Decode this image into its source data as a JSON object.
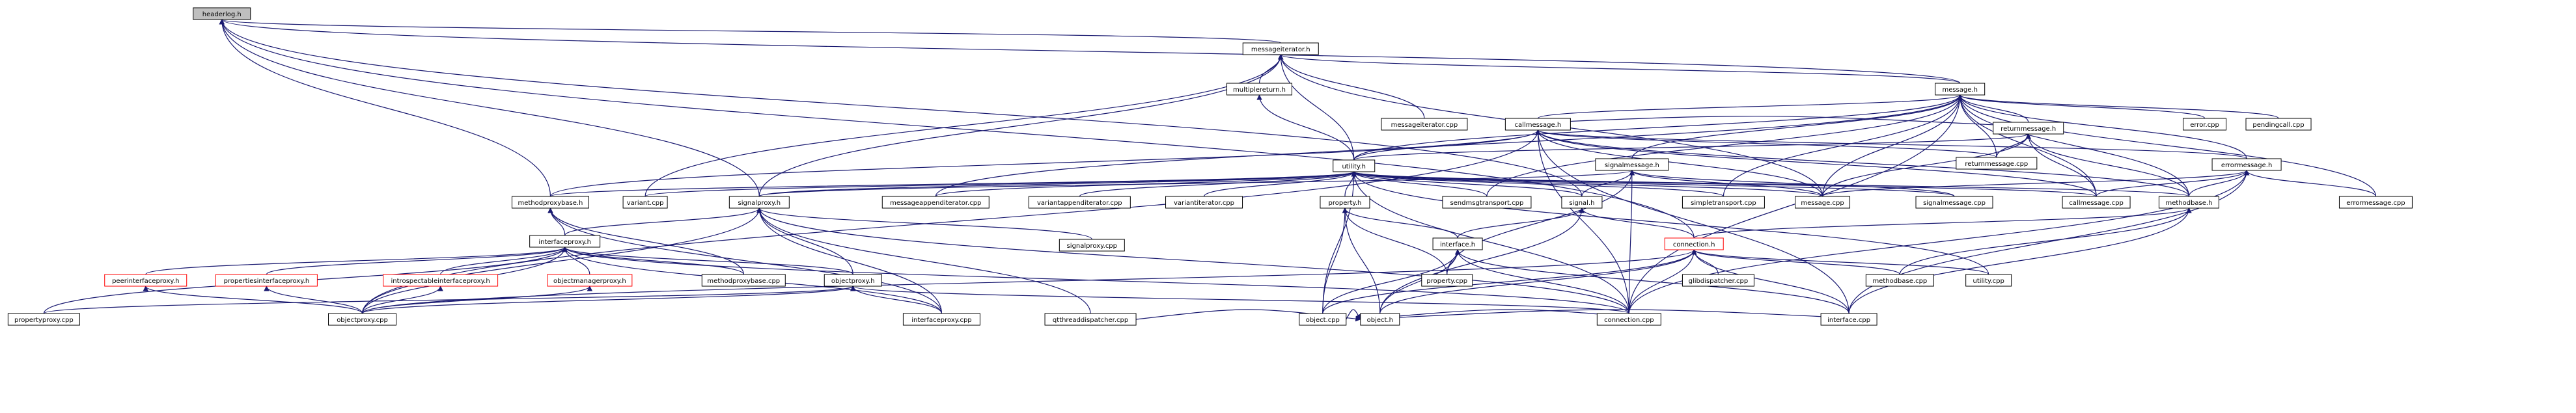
{
  "graph": {
    "edge_color": "#191970",
    "root_fill": "#bfbfbf",
    "missing_border": "#ff0000",
    "nodes": [
      {
        "id": "headerlog_h",
        "label": "headerlog.h",
        "root": true
      },
      {
        "id": "messageiterator_h",
        "label": "messageiterator.h"
      },
      {
        "id": "multiplereturn_h",
        "label": "multiplereturn.h"
      },
      {
        "id": "message_h",
        "label": "message.h"
      },
      {
        "id": "messageiterator_cpp",
        "label": "messageiterator.cpp"
      },
      {
        "id": "error_cpp",
        "label": "error.cpp"
      },
      {
        "id": "pendingcall_cpp",
        "label": "pendingcall.cpp"
      },
      {
        "id": "callmessage_h",
        "label": "callmessage.h"
      },
      {
        "id": "returnmessage_h",
        "label": "returnmessage.h"
      },
      {
        "id": "returnmessage_cpp",
        "label": "returnmessage.cpp"
      },
      {
        "id": "utility_h",
        "label": "utility.h"
      },
      {
        "id": "signalmessage_h",
        "label": "signalmessage.h"
      },
      {
        "id": "errormessage_h",
        "label": "errormessage.h"
      },
      {
        "id": "methodproxybase_h",
        "label": "methodproxybase.h"
      },
      {
        "id": "variant_cpp",
        "label": "variant.cpp"
      },
      {
        "id": "signalproxy_h",
        "label": "signalproxy.h"
      },
      {
        "id": "messageappenditerator_cpp",
        "label": "messageappenditerator.cpp"
      },
      {
        "id": "variantappenditerator_cpp",
        "label": "variantappenditerator.cpp"
      },
      {
        "id": "variantiterator_cpp",
        "label": "variantiterator.cpp"
      },
      {
        "id": "property_h",
        "label": "property.h"
      },
      {
        "id": "sendmsgtransport_cpp",
        "label": "sendmsgtransport.cpp"
      },
      {
        "id": "signal_h",
        "label": "signal.h"
      },
      {
        "id": "simpletransport_cpp",
        "label": "simpletransport.cpp"
      },
      {
        "id": "message_cpp",
        "label": "message.cpp"
      },
      {
        "id": "signalmessage_cpp",
        "label": "signalmessage.cpp"
      },
      {
        "id": "callmessage_cpp",
        "label": "callmessage.cpp"
      },
      {
        "id": "methodbase_h",
        "label": "methodbase.h"
      },
      {
        "id": "errormessage_cpp",
        "label": "errormessage.cpp"
      },
      {
        "id": "interfaceproxy_h",
        "label": "interfaceproxy.h"
      },
      {
        "id": "signalproxy_cpp",
        "label": "signalproxy.cpp"
      },
      {
        "id": "interface_h",
        "label": "interface.h"
      },
      {
        "id": "connection_h",
        "label": "connection.h",
        "missing": true
      },
      {
        "id": "peerinterfaceproxy_h",
        "label": "peerinterfaceproxy.h",
        "missing": true
      },
      {
        "id": "propertiesinterfaceproxy_h",
        "label": "propertiesinterfaceproxy.h",
        "missing": true
      },
      {
        "id": "introspectableinterfaceproxy_h",
        "label": "introspectableinterfaceproxy.h",
        "missing": true
      },
      {
        "id": "objectmanagerproxy_h",
        "label": "objectmanagerproxy.h",
        "missing": true
      },
      {
        "id": "methodproxybase_cpp",
        "label": "methodproxybase.cpp"
      },
      {
        "id": "objectproxy_h",
        "label": "objectproxy.h"
      },
      {
        "id": "object_h",
        "label": "object.h"
      },
      {
        "id": "property_cpp",
        "label": "property.cpp"
      },
      {
        "id": "glibdispatcher_cpp",
        "label": "glibdispatcher.cpp"
      },
      {
        "id": "methodbase_cpp",
        "label": "methodbase.cpp"
      },
      {
        "id": "utility_cpp",
        "label": "utility.cpp"
      },
      {
        "id": "propertyproxy_cpp",
        "label": "propertyproxy.cpp"
      },
      {
        "id": "objectproxy_cpp",
        "label": "objectproxy.cpp"
      },
      {
        "id": "interfaceproxy_cpp",
        "label": "interfaceproxy.cpp"
      },
      {
        "id": "qtthreaddispatcher_cpp",
        "label": "qtthreaddispatcher.cpp"
      },
      {
        "id": "object_cpp",
        "label": "object.cpp"
      },
      {
        "id": "connection_cpp",
        "label": "connection.cpp"
      },
      {
        "id": "interface_cpp",
        "label": "interface.cpp"
      }
    ],
    "edges": [
      [
        "messageiterator_h",
        "headerlog_h"
      ],
      [
        "message_h",
        "headerlog_h"
      ],
      [
        "methodproxybase_h",
        "headerlog_h"
      ],
      [
        "signalproxy_h",
        "headerlog_h"
      ],
      [
        "signal_h",
        "headerlog_h"
      ],
      [
        "connection_h",
        "headerlog_h"
      ],
      [
        "multiplereturn_h",
        "messageiterator_h"
      ],
      [
        "message_h",
        "messageiterator_h"
      ],
      [
        "messageiterator_cpp",
        "messageiterator_h"
      ],
      [
        "utility_h",
        "messageiterator_h"
      ],
      [
        "variant_cpp",
        "messageiterator_h"
      ],
      [
        "signalproxy_h",
        "messageiterator_h"
      ],
      [
        "message_cpp",
        "messageiterator_h"
      ],
      [
        "utility_h",
        "multiplereturn_h"
      ],
      [
        "error_cpp",
        "message_h"
      ],
      [
        "pendingcall_cpp",
        "message_h"
      ],
      [
        "callmessage_h",
        "message_h"
      ],
      [
        "returnmessage_h",
        "message_h"
      ],
      [
        "returnmessage_cpp",
        "message_h"
      ],
      [
        "utility_h",
        "message_h"
      ],
      [
        "signalmessage_h",
        "message_h"
      ],
      [
        "errormessage_h",
        "message_h"
      ],
      [
        "messageappenditerator_cpp",
        "message_h"
      ],
      [
        "sendmsgtransport_cpp",
        "message_h"
      ],
      [
        "simpletransport_cpp",
        "message_h"
      ],
      [
        "message_cpp",
        "message_h"
      ],
      [
        "callmessage_cpp",
        "message_h"
      ],
      [
        "errormessage_cpp",
        "message_h"
      ],
      [
        "methodbase_h",
        "message_h"
      ],
      [
        "connection_cpp",
        "message_h"
      ],
      [
        "methodproxybase_h",
        "callmessage_h"
      ],
      [
        "utility_h",
        "callmessage_h"
      ],
      [
        "message_cpp",
        "callmessage_h"
      ],
      [
        "callmessage_cpp",
        "callmessage_h"
      ],
      [
        "methodbase_h",
        "callmessage_h"
      ],
      [
        "errormessage_h",
        "callmessage_h"
      ],
      [
        "returnmessage_h",
        "callmessage_h"
      ],
      [
        "returnmessage_cpp",
        "callmessage_h"
      ],
      [
        "connection_cpp",
        "callmessage_h"
      ],
      [
        "interface_cpp",
        "callmessage_h"
      ],
      [
        "objectproxy_cpp",
        "callmessage_h"
      ],
      [
        "returnmessage_cpp",
        "returnmessage_h"
      ],
      [
        "callmessage_cpp",
        "returnmessage_h"
      ],
      [
        "message_cpp",
        "returnmessage_h"
      ],
      [
        "methodbase_h",
        "returnmessage_h"
      ],
      [
        "utility_h",
        "returnmessage_h"
      ],
      [
        "methodproxybase_h",
        "utility_h"
      ],
      [
        "variant_cpp",
        "utility_h"
      ],
      [
        "signalproxy_h",
        "utility_h"
      ],
      [
        "messageappenditerator_cpp",
        "utility_h"
      ],
      [
        "variantappenditerator_cpp",
        "utility_h"
      ],
      [
        "variantiterator_cpp",
        "utility_h"
      ],
      [
        "property_h",
        "utility_h"
      ],
      [
        "sendmsgtransport_cpp",
        "utility_h"
      ],
      [
        "signal_h",
        "utility_h"
      ],
      [
        "simpletransport_cpp",
        "utility_h"
      ],
      [
        "message_cpp",
        "utility_h"
      ],
      [
        "signalmessage_cpp",
        "utility_h"
      ],
      [
        "callmessage_cpp",
        "utility_h"
      ],
      [
        "methodbase_h",
        "utility_h"
      ],
      [
        "object_cpp",
        "utility_h"
      ],
      [
        "connection_cpp",
        "utility_h"
      ],
      [
        "utility_cpp",
        "utility_h"
      ],
      [
        "signalproxy_h",
        "signalmessage_h"
      ],
      [
        "signal_h",
        "signalmessage_h"
      ],
      [
        "signalmessage_cpp",
        "signalmessage_h"
      ],
      [
        "message_cpp",
        "signalmessage_h"
      ],
      [
        "property_cpp",
        "signalmessage_h"
      ],
      [
        "connection_cpp",
        "signalmessage_h"
      ],
      [
        "errormessage_cpp",
        "errormessage_h"
      ],
      [
        "callmessage_cpp",
        "errormessage_h"
      ],
      [
        "methodbase_h",
        "errormessage_h"
      ],
      [
        "message_cpp",
        "errormessage_h"
      ],
      [
        "connection_cpp",
        "errormessage_h"
      ],
      [
        "interface_cpp",
        "errormessage_h"
      ],
      [
        "interfaceproxy_h",
        "methodproxybase_h"
      ],
      [
        "methodproxybase_cpp",
        "methodproxybase_h"
      ],
      [
        "interfaceproxy_cpp",
        "methodproxybase_h"
      ],
      [
        "interfaceproxy_h",
        "signalproxy_h"
      ],
      [
        "signalproxy_cpp",
        "signalproxy_h"
      ],
      [
        "objectproxy_h",
        "signalproxy_h"
      ],
      [
        "interfaceproxy_cpp",
        "signalproxy_h"
      ],
      [
        "objectproxy_cpp",
        "signalproxy_h"
      ],
      [
        "connection_cpp",
        "signalproxy_h"
      ],
      [
        "qtthreaddispatcher_cpp",
        "signalproxy_h"
      ],
      [
        "interface_h",
        "property_h"
      ],
      [
        "object_h",
        "property_h"
      ],
      [
        "property_cpp",
        "property_h"
      ],
      [
        "object_cpp",
        "property_h"
      ],
      [
        "interface_h",
        "signal_h"
      ],
      [
        "object_h",
        "signal_h"
      ],
      [
        "connection_h",
        "signal_h"
      ],
      [
        "interface_cpp",
        "methodbase_h"
      ],
      [
        "methodbase_cpp",
        "methodbase_h"
      ],
      [
        "connection_h",
        "methodbase_h"
      ],
      [
        "peerinterfaceproxy_h",
        "interfaceproxy_h"
      ],
      [
        "propertiesinterfaceproxy_h",
        "interfaceproxy_h"
      ],
      [
        "introspectableinterfaceproxy_h",
        "interfaceproxy_h"
      ],
      [
        "objectmanagerproxy_h",
        "interfaceproxy_h"
      ],
      [
        "methodproxybase_cpp",
        "interfaceproxy_h"
      ],
      [
        "objectproxy_h",
        "interfaceproxy_h"
      ],
      [
        "interfaceproxy_cpp",
        "interfaceproxy_h"
      ],
      [
        "objectproxy_cpp",
        "interfaceproxy_h"
      ],
      [
        "propertyproxy_cpp",
        "interfaceproxy_h"
      ],
      [
        "connection_cpp",
        "interfaceproxy_h"
      ],
      [
        "object_h",
        "interface_h"
      ],
      [
        "property_cpp",
        "interface_h"
      ],
      [
        "object_cpp",
        "interface_h"
      ],
      [
        "interface_cpp",
        "interface_h"
      ],
      [
        "connection_cpp",
        "interface_h"
      ],
      [
        "object_h",
        "connection_h"
      ],
      [
        "glibdispatcher_cpp",
        "connection_h"
      ],
      [
        "methodbase_cpp",
        "connection_h"
      ],
      [
        "utility_cpp",
        "connection_h"
      ],
      [
        "connection_cpp",
        "connection_h"
      ],
      [
        "interface_cpp",
        "connection_h"
      ],
      [
        "object_cpp",
        "connection_h"
      ],
      [
        "objectproxy_cpp",
        "connection_h"
      ],
      [
        "objectproxy_cpp",
        "peerinterfaceproxy_h"
      ],
      [
        "objectproxy_cpp",
        "propertiesinterfaceproxy_h"
      ],
      [
        "objectproxy_cpp",
        "introspectableinterfaceproxy_h"
      ],
      [
        "objectproxy_cpp",
        "objectmanagerproxy_h"
      ],
      [
        "objectproxy_cpp",
        "objectproxy_h"
      ],
      [
        "interfaceproxy_cpp",
        "objectproxy_h"
      ],
      [
        "connection_cpp",
        "objectproxy_h"
      ],
      [
        "propertyproxy_cpp",
        "objectproxy_h"
      ],
      [
        "object_cpp",
        "object_h"
      ],
      [
        "connection_cpp",
        "object_h"
      ],
      [
        "interface_cpp",
        "object_h"
      ],
      [
        "qtthreaddispatcher_cpp",
        "object_h"
      ]
    ]
  }
}
